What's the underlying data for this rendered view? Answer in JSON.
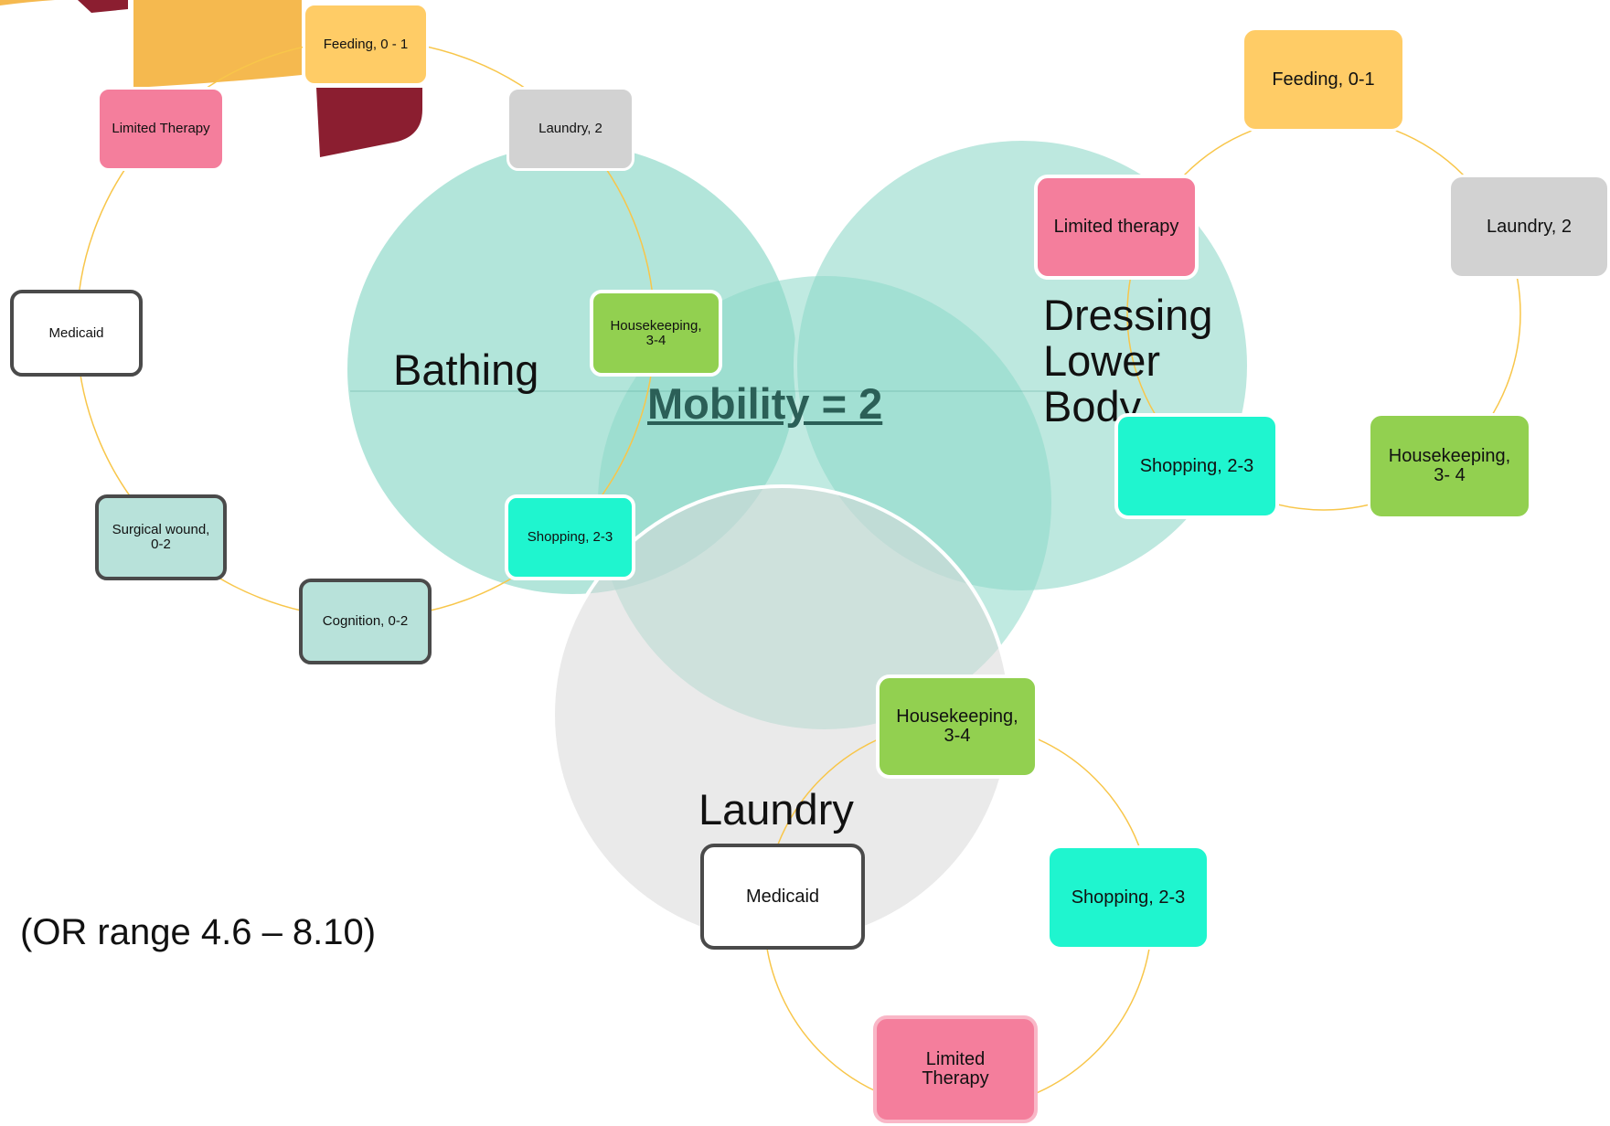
{
  "colors": {
    "feeding": "#ffcc66",
    "limited_therapy": "#f47e9c",
    "laundry_node": "#d2d2d2",
    "housekeeping": "#92d050",
    "shopping": "#1ff5cf",
    "cognition": "#b8e2da",
    "medicaid_fill": "#ffffff",
    "connector": "#f8c64a",
    "circle_teal": "#8dd8c8",
    "circle_grey": "#d9d9d9",
    "mobility_text": "#2b5f57"
  },
  "diagram": {
    "title": "Mobility = 2",
    "footnote": "(OR range 4.6 – 8.10)",
    "circles": {
      "bathing": "Bathing",
      "dressing": [
        "Dressing",
        "Lower",
        "Body"
      ],
      "laundry": "Laundry"
    },
    "ring_bathing": {
      "feeding": "Feeding, 0 - 1",
      "laundry": "Laundry, 2",
      "housekeeping": [
        "Housekeeping,",
        "3-4"
      ],
      "shopping": "Shopping, 2-3",
      "cognition": "Cognition, 0-2",
      "surgical": [
        "Surgical wound,",
        "0-2"
      ],
      "medicaid": "Medicaid",
      "limited_therapy": "Limited Therapy"
    },
    "ring_dressing": {
      "feeding": "Feeding, 0-1",
      "laundry": "Laundry, 2",
      "housekeeping": [
        "Housekeeping,",
        "3- 4"
      ],
      "shopping": "Shopping, 2-3",
      "limited_therapy": "Limited therapy"
    },
    "ring_laundry": {
      "housekeeping": [
        "Housekeeping,",
        "3-4"
      ],
      "shopping": "Shopping, 2-3",
      "limited_therapy": [
        "Limited",
        "Therapy"
      ],
      "medicaid": "Medicaid"
    }
  }
}
